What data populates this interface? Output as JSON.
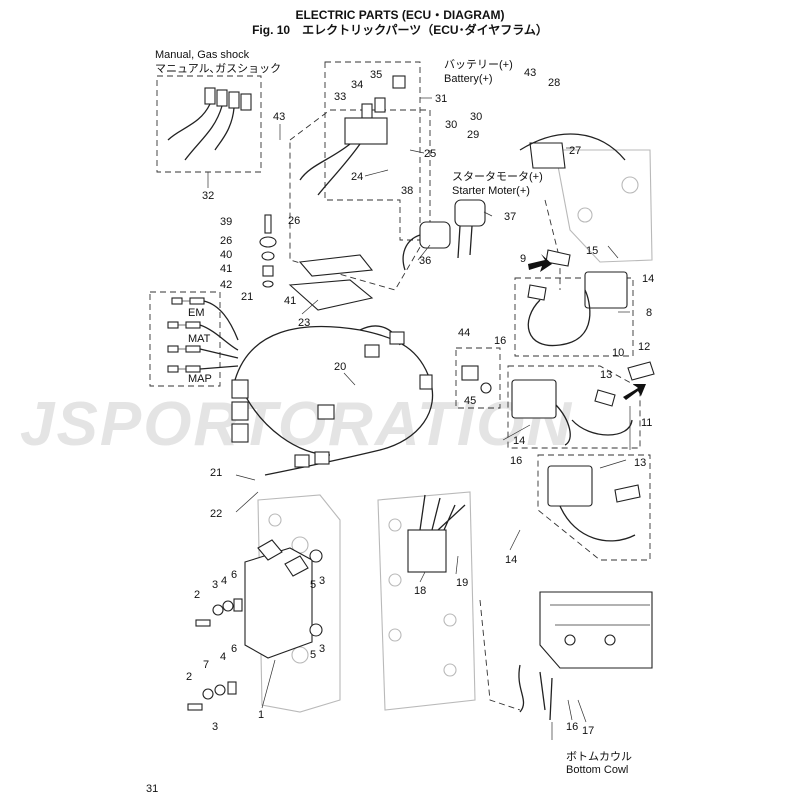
{
  "header": {
    "title_en": "ELECTRIC PARTS (ECU・DIAGRAM)",
    "title_jp": "Fig. 10　エレクトリックパーツ（ECU･ダイヤフラム）"
  },
  "notes": {
    "manual_en": "Manual, Gas shock",
    "manual_jp": "マニュアル､ガスショック",
    "battery_jp": "バッテリー(+)",
    "battery_en": "Battery(+)",
    "starter_jp": "スタータモータ(+)",
    "starter_en": "Starter Moter(+)",
    "cowl_jp": "ボトムカウル",
    "cowl_en": "Bottom Cowl"
  },
  "connector_labels": {
    "em": "EM",
    "mat": "MAT",
    "map": "MAP"
  },
  "watermark": "JSPORTORATION",
  "page_number": "31",
  "callouts": {
    "c1": "1",
    "c2a": "2",
    "c2b": "2",
    "c3a": "3",
    "c3b": "3",
    "c3c": "3",
    "c3d": "3",
    "c4a": "4",
    "c4b": "4",
    "c5a": "5",
    "c5b": "5",
    "c6a": "6",
    "c6b": "6",
    "c7": "7",
    "c8": "8",
    "c9": "9",
    "c10": "10",
    "c11": "11",
    "c12": "12",
    "c13a": "13",
    "c13b": "13",
    "c14a": "14",
    "c14b": "14",
    "c14c": "14",
    "c15": "15",
    "c16a": "16",
    "c16b": "16",
    "c16c": "16",
    "c17": "17",
    "c18": "18",
    "c19": "19",
    "c20": "20",
    "c21a": "21",
    "c21b": "21",
    "c22": "22",
    "c23": "23",
    "c24": "24",
    "c25": "25",
    "c26a": "26",
    "c26b": "26",
    "c27": "27",
    "c28": "28",
    "c29": "29",
    "c30a": "30",
    "c30b": "30",
    "c31": "31",
    "c32": "32",
    "c33": "33",
    "c34": "34",
    "c35": "35",
    "c36": "36",
    "c37": "37",
    "c38": "38",
    "c39": "39",
    "c40": "40",
    "c41a": "41",
    "c41b": "41",
    "c42": "42",
    "c43a": "43",
    "c43b": "43",
    "c44": "44",
    "c45": "45"
  }
}
